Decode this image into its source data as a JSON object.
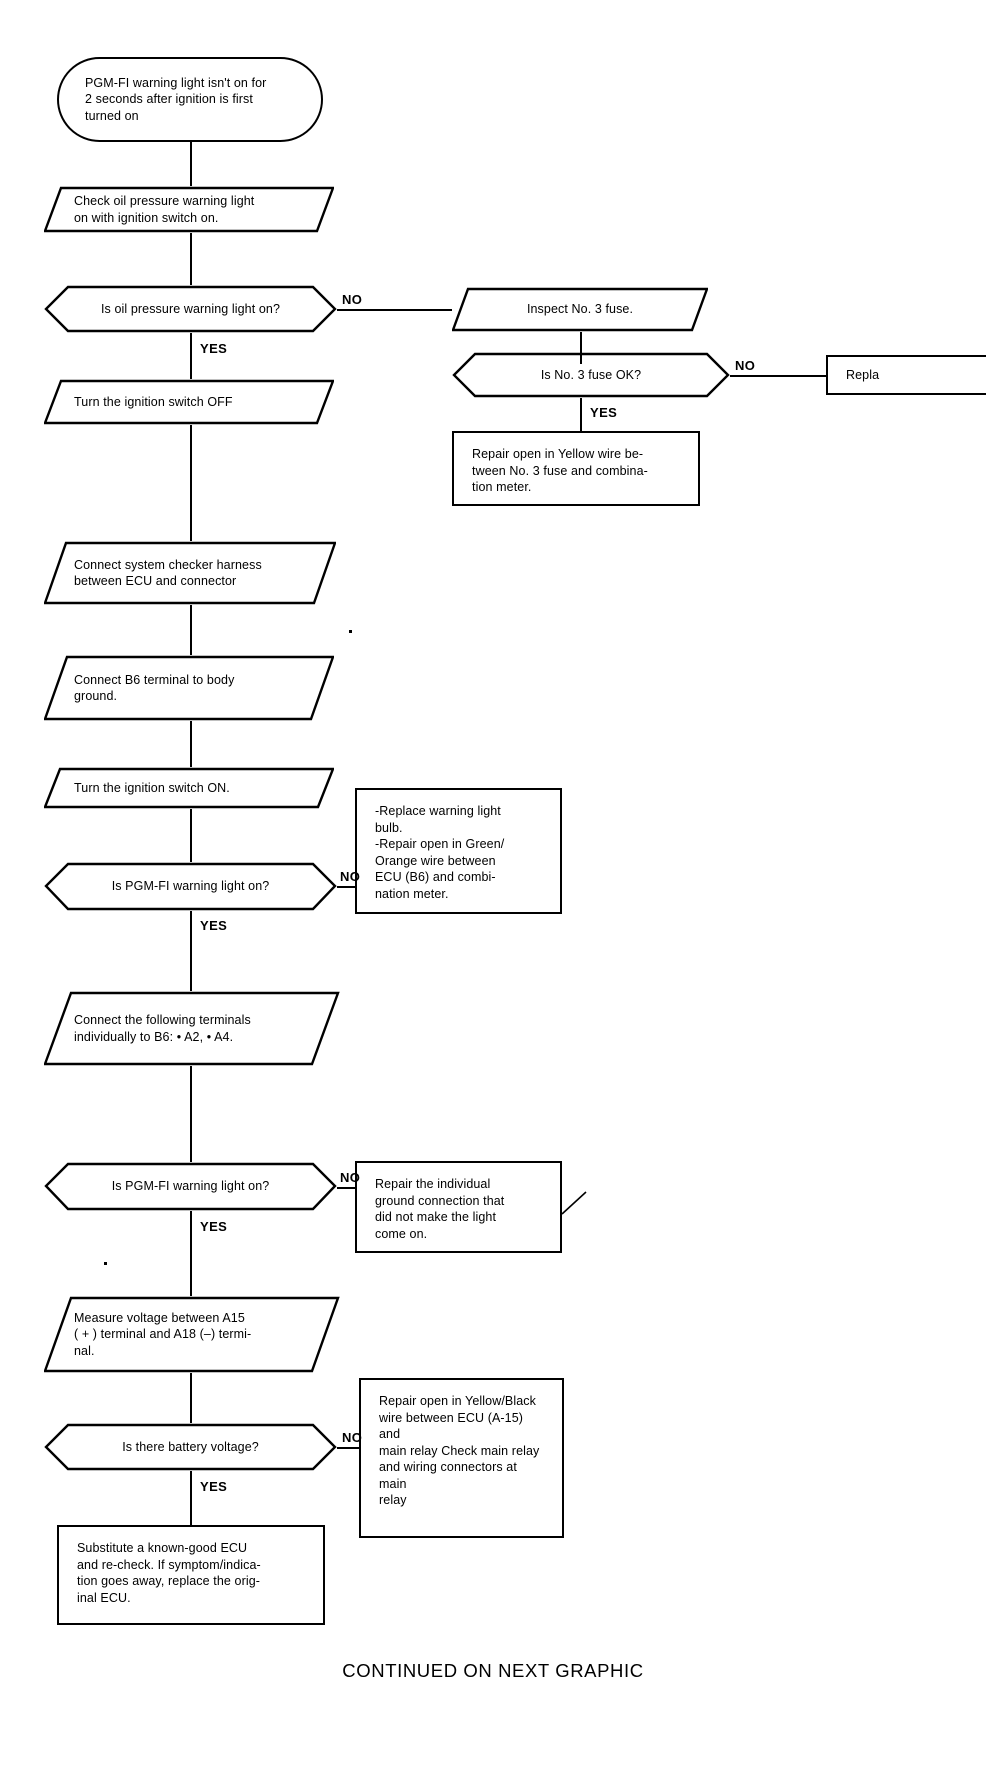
{
  "document": {
    "type": "troubleshooting-flowchart",
    "footer": "CONTINUED ON NEXT GRAPHIC"
  },
  "nodes": {
    "start": {
      "shape": "terminator",
      "text": "PGM-FI warning light isn't on for\n2 seconds after ignition is first\nturned on"
    },
    "check_oil_light": {
      "shape": "process",
      "text": "Check oil pressure warning light\non with ignition switch on."
    },
    "q_oil_light": {
      "shape": "decision",
      "text": "Is oil pressure warning light on?"
    },
    "inspect_fuse": {
      "shape": "process",
      "text": "Inspect No. 3 fuse."
    },
    "q_fuse_ok": {
      "shape": "decision",
      "text": "Is No. 3 fuse OK?"
    },
    "replace_fuse": {
      "shape": "rect",
      "text": "Repla"
    },
    "repair_yellow_wire": {
      "shape": "rect",
      "text": "Repair open in Yellow wire be-\ntween No. 3 fuse and combina-\ntion meter."
    },
    "ignition_off": {
      "shape": "process",
      "text": "Turn the ignition switch OFF"
    },
    "connect_harness": {
      "shape": "process",
      "text": "Connect system checker harness\nbetween ECU and connector"
    },
    "connect_b6": {
      "shape": "process",
      "text": "Connect B6 terminal to body\nground."
    },
    "ignition_on": {
      "shape": "process",
      "text": "Turn the ignition switch ON."
    },
    "q_pgmfi_light_1": {
      "shape": "decision",
      "text": "Is PGM-FI warning light on?"
    },
    "replace_bulb": {
      "shape": "rect",
      "text": "-Replace warning light\n bulb.\n-Repair open in Green/\n Orange wire between\n ECU (B6) and combi-\n nation meter."
    },
    "connect_terminals": {
      "shape": "process",
      "text": "Connect the following terminals\nindividually to B6: • A2, • A4."
    },
    "q_pgmfi_light_2": {
      "shape": "decision",
      "text": "Is PGM-FI warning light on?"
    },
    "repair_ground": {
      "shape": "rect",
      "text": "Repair the individual\nground connection that\ndid not make the light\ncome on."
    },
    "measure_voltage": {
      "shape": "process",
      "text": "Measure voltage between A15\n( + ) terminal and A18 (–) termi-\nnal."
    },
    "q_battery_voltage": {
      "shape": "decision",
      "text": "Is there battery voltage?"
    },
    "repair_yellow_black": {
      "shape": "rect",
      "text": "Repair open in Yellow/Black\nwire between ECU (A-15) and\nmain relay  Check main relay\nand wiring connectors at main\nrelay"
    },
    "substitute_ecu": {
      "shape": "rect",
      "text": "Substitute a known-good ECU\nand re-check. If symptom/indica-\ntion goes away, replace the orig-\ninal ECU."
    }
  },
  "branch_labels": {
    "oil_no": "NO",
    "oil_yes": "YES",
    "fuse_no": "NO",
    "fuse_yes": "YES",
    "pgmfi1_no": "NO",
    "pgmfi1_yes": "YES",
    "pgmfi2_no": "NO",
    "pgmfi2_yes": "YES",
    "battery_no": "NO",
    "battery_yes": "YES"
  },
  "colors": {
    "ink": "#000000",
    "paper": "#ffffff"
  }
}
